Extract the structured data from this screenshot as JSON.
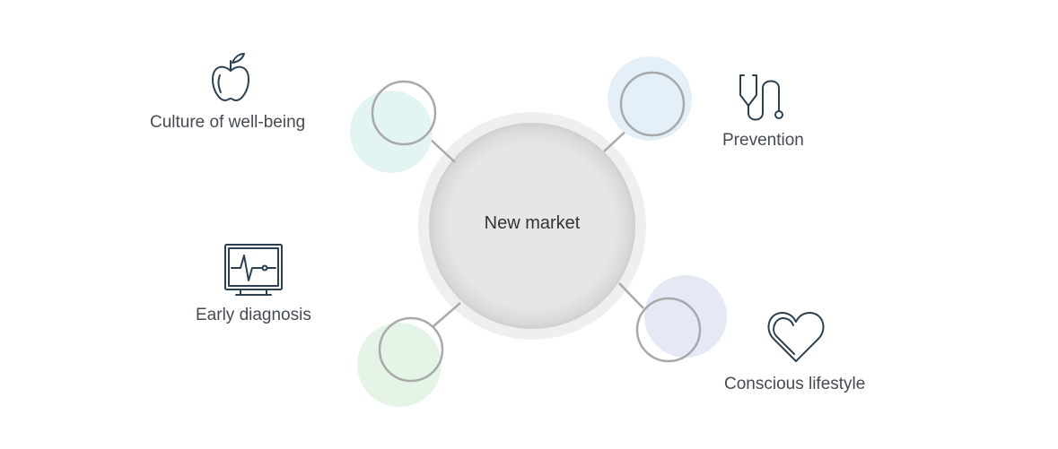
{
  "center": {
    "label": "New market"
  },
  "nodes": [
    {
      "id": "culture",
      "label": "Culture of well-being",
      "icon": "apple-icon",
      "accent": "#e3f5f3"
    },
    {
      "id": "prevention",
      "label": "Prevention",
      "icon": "stethoscope-icon",
      "accent": "#e4eff8"
    },
    {
      "id": "diagnosis",
      "label": "Early diagnosis",
      "icon": "heart-monitor-icon",
      "accent": "#e4f5e8"
    },
    {
      "id": "lifestyle",
      "label": "Conscious lifestyle",
      "icon": "heart-icon",
      "accent": "#e5e9f6"
    }
  ],
  "colors": {
    "ring": "#a9a9a9",
    "icon_stroke": "#2c4052",
    "center_fill": "#e5e5e5",
    "center_halo": "#efefef"
  }
}
